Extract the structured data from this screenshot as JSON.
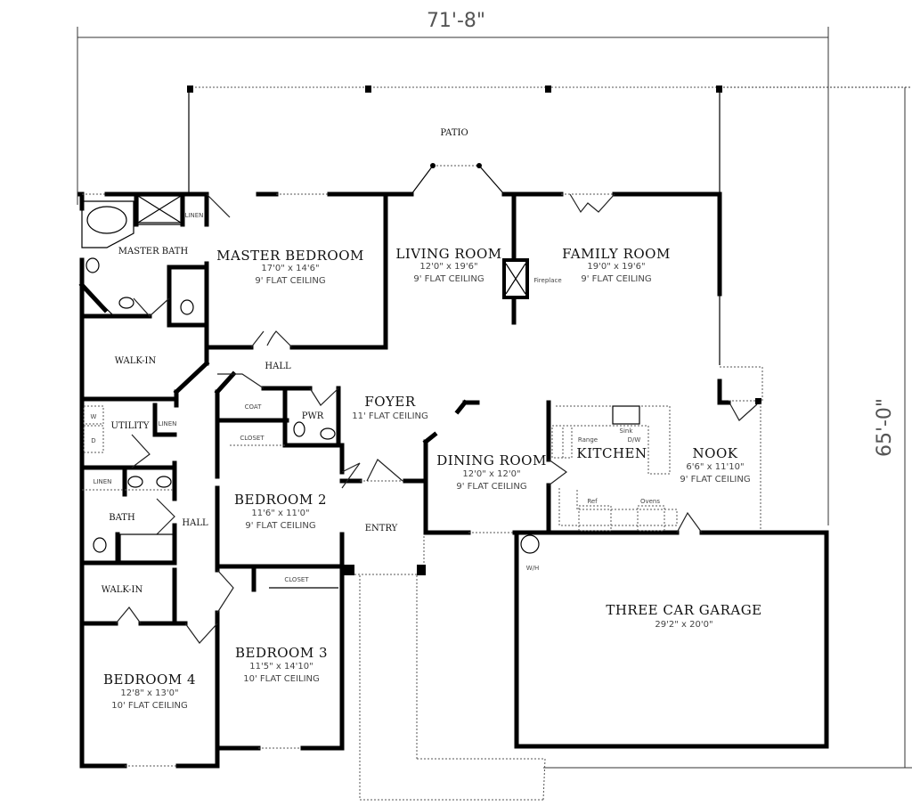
{
  "plan": {
    "overall_width": "71'-8\"",
    "overall_depth": "65'-0\""
  },
  "rooms": {
    "patio": {
      "name": "PATIO"
    },
    "master_bedroom": {
      "name": "MASTER BEDROOM",
      "size": "17'0\" x 14'6\"",
      "ceiling": "9' FLAT CEILING"
    },
    "master_bath": {
      "name": "MASTER BATH"
    },
    "linen_master": {
      "name": "LINEN"
    },
    "living_room": {
      "name": "LIVING ROOM",
      "size": "12'0\" x 19'6\"",
      "ceiling": "9' FLAT CEILING"
    },
    "family_room": {
      "name": "FAMILY ROOM",
      "size": "19'0\" x 19'6\"",
      "ceiling": "9' FLAT CEILING"
    },
    "fireplace": {
      "name": "Fireplace"
    },
    "walk_in_1": {
      "name": "WALK-IN"
    },
    "hall_1": {
      "name": "HALL"
    },
    "coat": {
      "name": "COAT"
    },
    "pwr": {
      "name": "PWR"
    },
    "foyer": {
      "name": "FOYER",
      "ceiling": "11' FLAT CEILING"
    },
    "utility": {
      "name": "UTILITY"
    },
    "linen_utility": {
      "name": "LINEN"
    },
    "washer": {
      "name": "W"
    },
    "dryer": {
      "name": "D"
    },
    "closet_bed2": {
      "name": "CLOSET"
    },
    "linen_bath": {
      "name": "LINEN"
    },
    "bath": {
      "name": "BATH"
    },
    "hall_2": {
      "name": "HALL"
    },
    "bedroom_2": {
      "name": "BEDROOM 2",
      "size": "11'6\" x 11'0\"",
      "ceiling": "9' FLAT CEILING"
    },
    "entry": {
      "name": "ENTRY"
    },
    "dining_room": {
      "name": "DINING ROOM",
      "size": "12'0\" x 12'0\"",
      "ceiling": "9' FLAT CEILING"
    },
    "kitchen": {
      "name": "KITCHEN",
      "range": "Range",
      "sink": "Sink",
      "dw": "D/W",
      "ref": "Ref",
      "ovens": "Ovens"
    },
    "nook": {
      "name": "NOOK",
      "size": "6'6\" x 11'10\"",
      "ceiling": "9' FLAT CEILING"
    },
    "walk_in_2": {
      "name": "WALK-IN"
    },
    "closet_bed3": {
      "name": "CLOSET"
    },
    "bedroom_3": {
      "name": "BEDROOM 3",
      "size": "11'5\" x 14'10\"",
      "ceiling": "10' FLAT CEILING"
    },
    "bedroom_4": {
      "name": "BEDROOM 4",
      "size": "12'8\" x 13'0\"",
      "ceiling": "10' FLAT CEILING"
    },
    "garage": {
      "name": "THREE CAR GARAGE",
      "size": "29'2\" x 20'0\"",
      "water_heater": "W/H"
    }
  }
}
